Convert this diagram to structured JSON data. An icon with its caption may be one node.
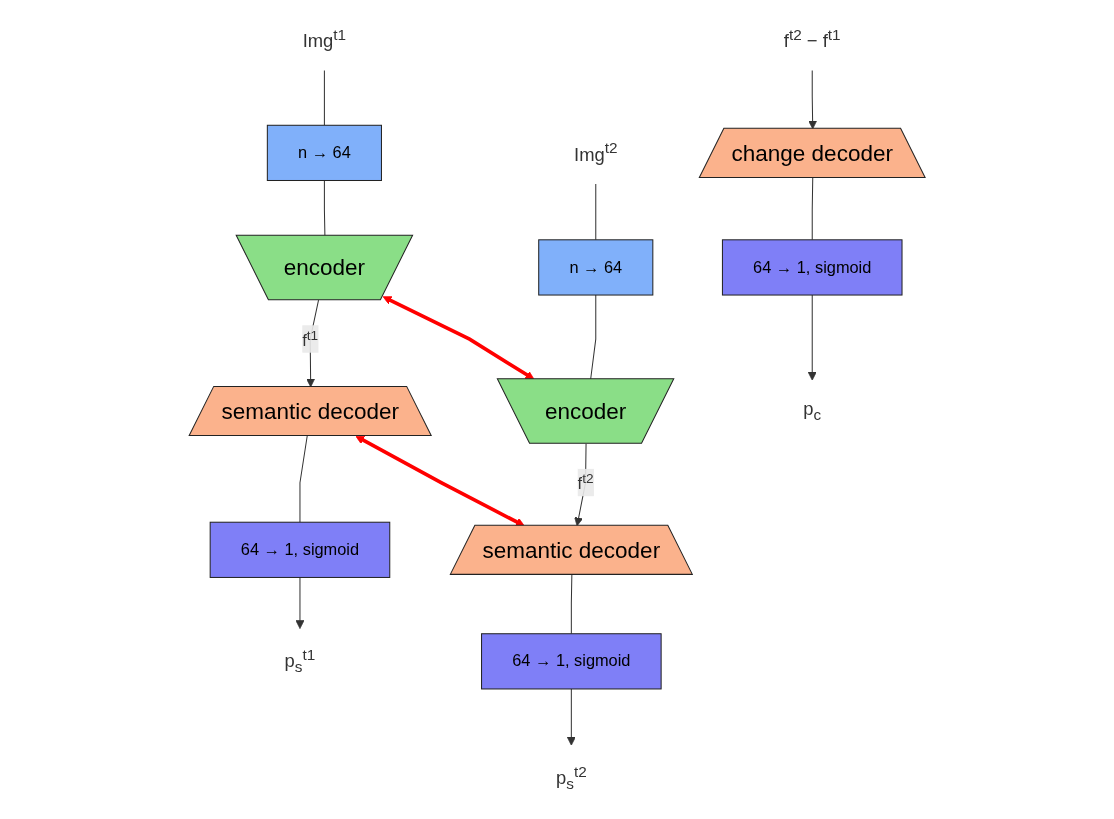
{
  "diagram": {
    "nodes": [
      {
        "text": [
          "Img$^{t1}$"
        ]
      },
      {
        "text": [
          "n → 64"
        ]
      },
      {
        "text": [
          "encoder"
        ]
      },
      {
        "text": [
          "semantic decoder"
        ]
      },
      {
        "text": [
          "64 → 1, sigmoid"
        ]
      },
      {
        "text": [
          "p$_{s}$$^{t1}$"
        ]
      },
      {
        "text": [
          "Img$^{t2}$"
        ]
      },
      {
        "text": [
          "n → 64"
        ]
      },
      {
        "text": [
          "encoder"
        ]
      },
      {
        "text": [
          "semantic decoder"
        ]
      },
      {
        "text": [
          "64 → 1, sigmoid"
        ]
      },
      {
        "text": [
          "p$_{s}$$^{t2}$"
        ]
      },
      {
        "text": [
          "f$^{t2}$ − f$^{t1}$"
        ]
      },
      {
        "text": [
          "change decoder"
        ]
      },
      {
        "text": [
          "64 → 1, sigmoid"
        ]
      },
      {
        "text": [
          "p$_{c}$"
        ]
      }
    ],
    "edges": [
      {
        "from": 0,
        "to": 1,
        "arrow": "none"
      },
      {
        "from": 1,
        "to": 2,
        "arrow": "none"
      },
      {
        "from": 2,
        "to": 3,
        "arrow": "to",
        "label": "f$^{t1}$"
      },
      {
        "from": 3,
        "to": 4,
        "arrow": "none"
      },
      {
        "from": 4,
        "to": 5,
        "arrow": "to"
      },
      {
        "from": 6,
        "to": 7,
        "arrow": "none"
      },
      {
        "from": 7,
        "to": 8,
        "arrow": "none"
      },
      {
        "from": 8,
        "to": 9,
        "arrow": "to",
        "label": "f$^{t2}$"
      },
      {
        "from": 9,
        "to": 10,
        "arrow": "none"
      },
      {
        "from": 10,
        "to": 11,
        "arrow": "to"
      },
      {
        "from": 2,
        "to": 8,
        "arrow": "both",
        "style": "thick",
        "color": "#ff0000"
      },
      {
        "from": 3,
        "to": 9,
        "arrow": "both",
        "style": "thick",
        "color": "#ff0000"
      },
      {
        "from": 12,
        "to": 13,
        "arrow": "to"
      },
      {
        "from": 13,
        "to": 14,
        "arrow": "none"
      },
      {
        "from": 14,
        "to": 15,
        "arrow": "to"
      }
    ]
  }
}
